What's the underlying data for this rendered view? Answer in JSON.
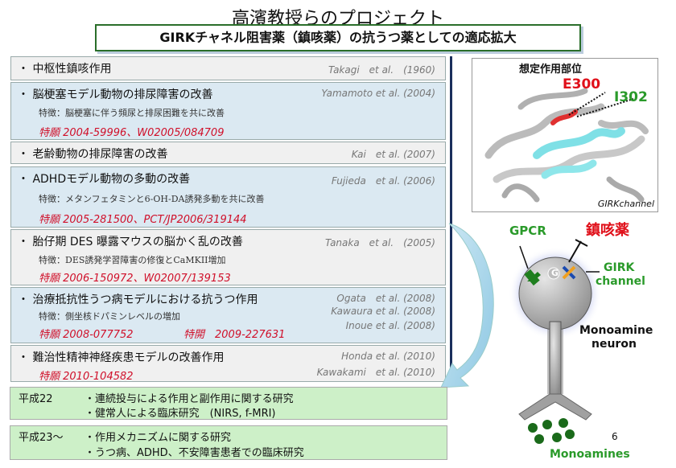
{
  "title": "高濱教授らのプロジェクト",
  "subtitle": "GIRKチャネル阻害薬（鎮咳薬）の抗うつ薬としての適応拡大",
  "items": [
    {
      "head": "・ 中枢性鎮咳作用",
      "cites": [
        "Takagi　et al.　(1960)"
      ],
      "feature": "",
      "patents": []
    },
    {
      "head": "・ 脳梗塞モデル動物の排尿障害の改善",
      "cites": [
        "Yamamoto et al. (2004)"
      ],
      "feature": "特徴：脳梗塞に伴う頻尿と排尿困難を共に改善",
      "patents": [
        "特願 2004-59996、W02005/084709"
      ]
    },
    {
      "head": "・ 老齢動物の排尿障害の改善",
      "cites": [
        "Kai　et al. (2007)"
      ],
      "feature": "",
      "patents": []
    },
    {
      "head": "・ ADHDモデル動物の多動の改善",
      "cites": [
        "Fujieda　et al. (2006)"
      ],
      "feature": "特徴：メタンフェタミンと6-OH-DA誘発多動を共に改善",
      "patents": [
        "特願 2005-281500、PCT/JP2006/319144"
      ]
    },
    {
      "head": "・ 胎仔期 DES 曝露マウスの脳かく乱の改善",
      "cites": [
        "Tanaka　et al.　(2005)"
      ],
      "feature": "特徴：DES誘発学習障害の修復とCaMKII増加",
      "patents": [
        "特願 2006-150972、W02007/139153"
      ]
    },
    {
      "head": "・ 治療抵抗性うつ病モデルにおける抗うつ作用",
      "cites": [
        "Ogata　et al. (2008)",
        "Kawaura et al. (2008)",
        "Inoue et al. (2008)"
      ],
      "feature": "特徴：側坐核ドパミンレベルの増加",
      "patents": [
        "特願 2008-077752",
        "特開　2009-227631"
      ]
    },
    {
      "head": "・ 難治性精神神経疾患モデルの改善作用",
      "cites": [
        "Honda et al. (2010)",
        "Kawakami　et al. (2010)"
      ],
      "feature": "",
      "patents": [
        "特願 2010-104582"
      ]
    }
  ],
  "plans": [
    {
      "year": "平成22",
      "lines": [
        "・連続投与による作用と副作用に関する研究",
        "・健常人による臨床研究　(NIRS, f-MRI)"
      ]
    },
    {
      "year": "平成23～",
      "lines": [
        "・作用メカニズムに関する研究",
        "・うつ病、ADHD、不安障害患者での臨床研究"
      ]
    }
  ],
  "protein": {
    "site_label": "想定作用部位",
    "res1": "E300",
    "res2": "I302",
    "caption": "GIRKchannel"
  },
  "neuron": {
    "gpcr": "GPCR",
    "drug": "鎮咳薬",
    "g": "G",
    "girk": "GIRK\nchannel",
    "girk1": "GIRK",
    "girk2": "channel",
    "neuron1": "Monoamine",
    "neuron2": "neuron",
    "monoamines": "Monoamines"
  },
  "page_number": "6",
  "colors": {
    "green_box": "#cdf0c8",
    "blue_box": "#dbe9f2",
    "patent_red": "#d0102a",
    "label_green": "#2a9a2a"
  }
}
